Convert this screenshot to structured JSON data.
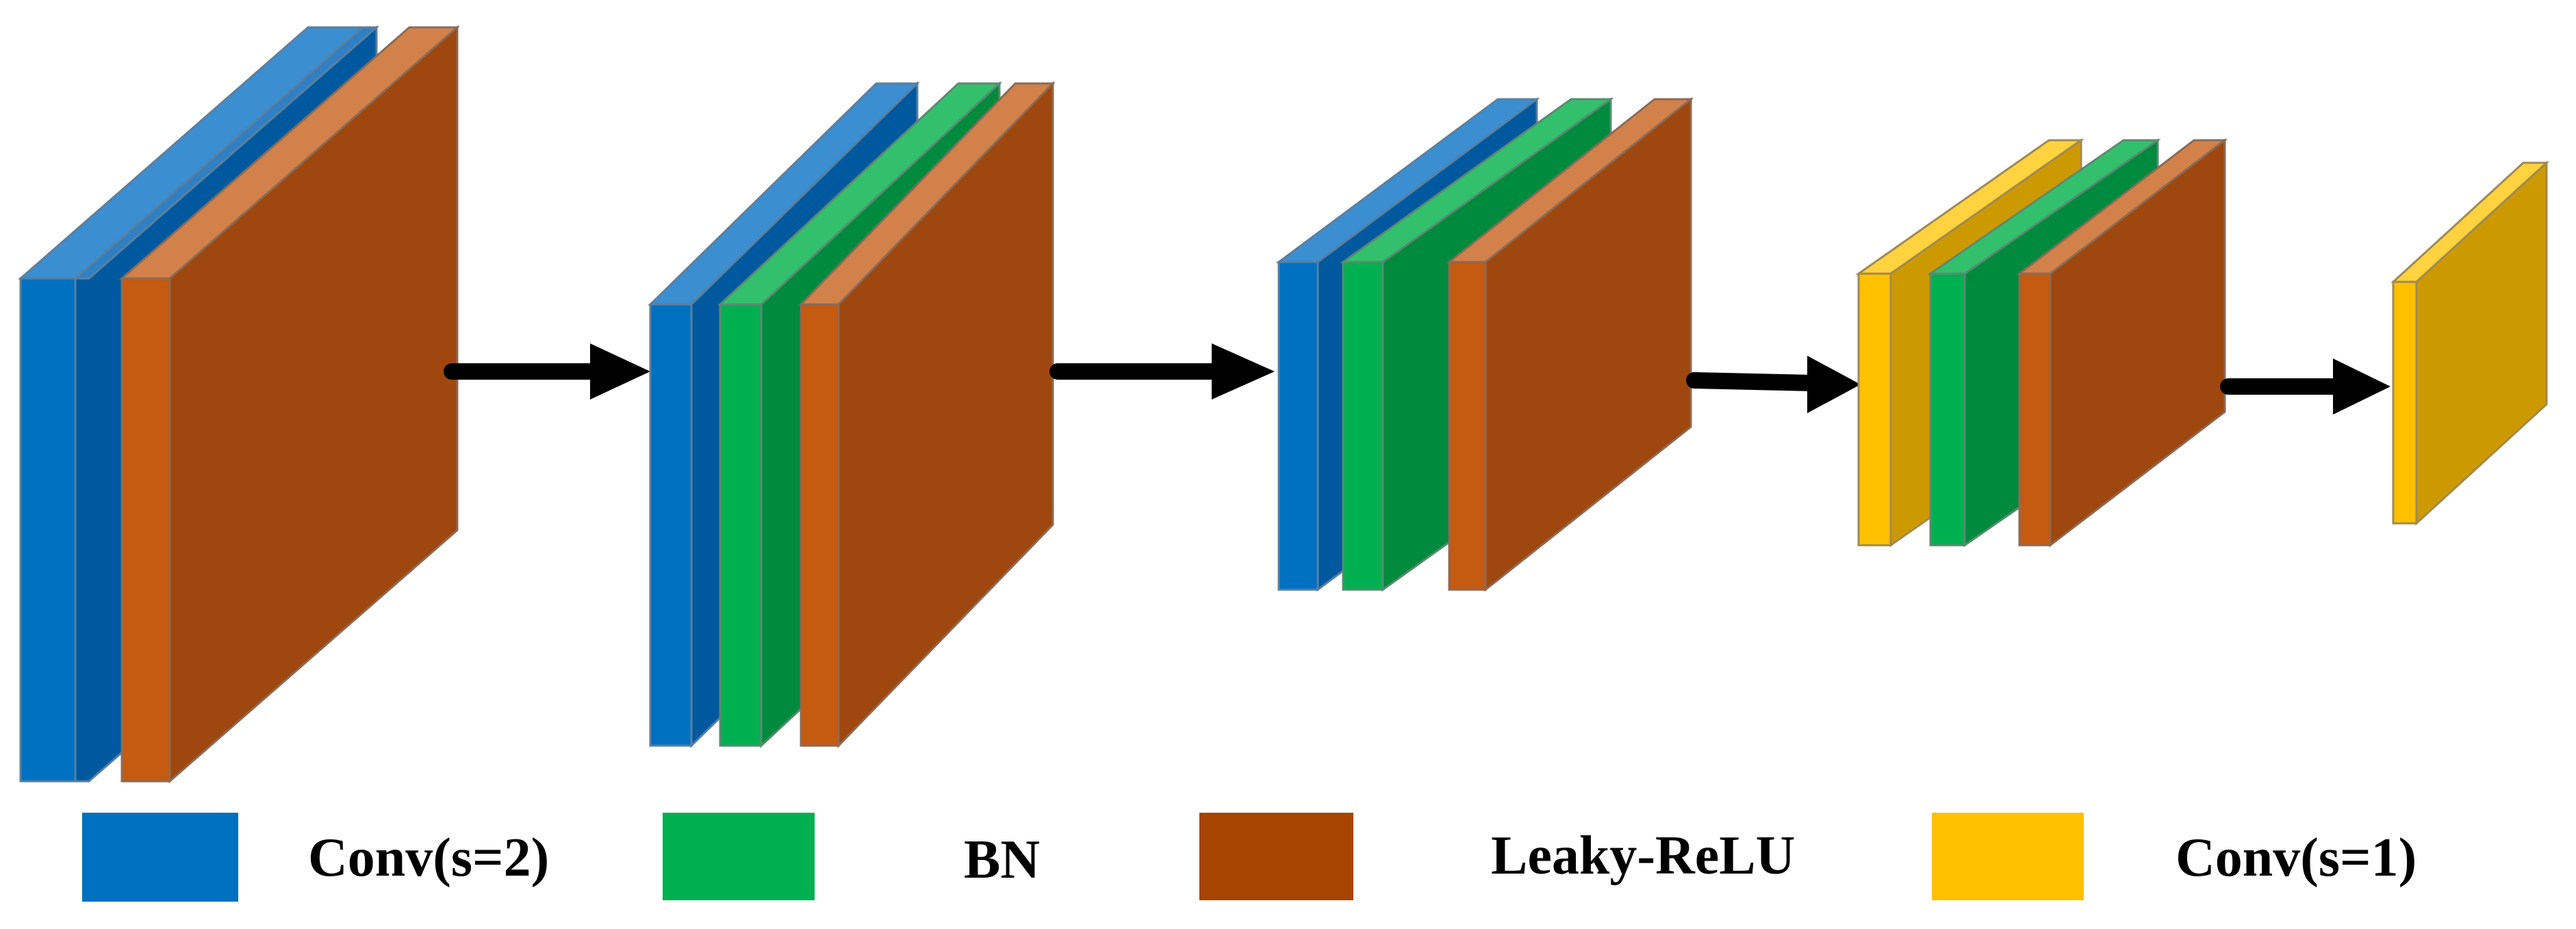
{
  "colors": {
    "conv_s2": "#0070C0",
    "bn": "#00B050",
    "leaky_relu": "#A64400",
    "conv_s1": "#FFC000",
    "arrow": "#000000"
  },
  "legend": {
    "conv_s2_label": "Conv(s=2)",
    "bn_label": "BN",
    "leaky_relu_label": "Leaky-ReLU",
    "conv_s1_label": "Conv(s=1)"
  }
}
